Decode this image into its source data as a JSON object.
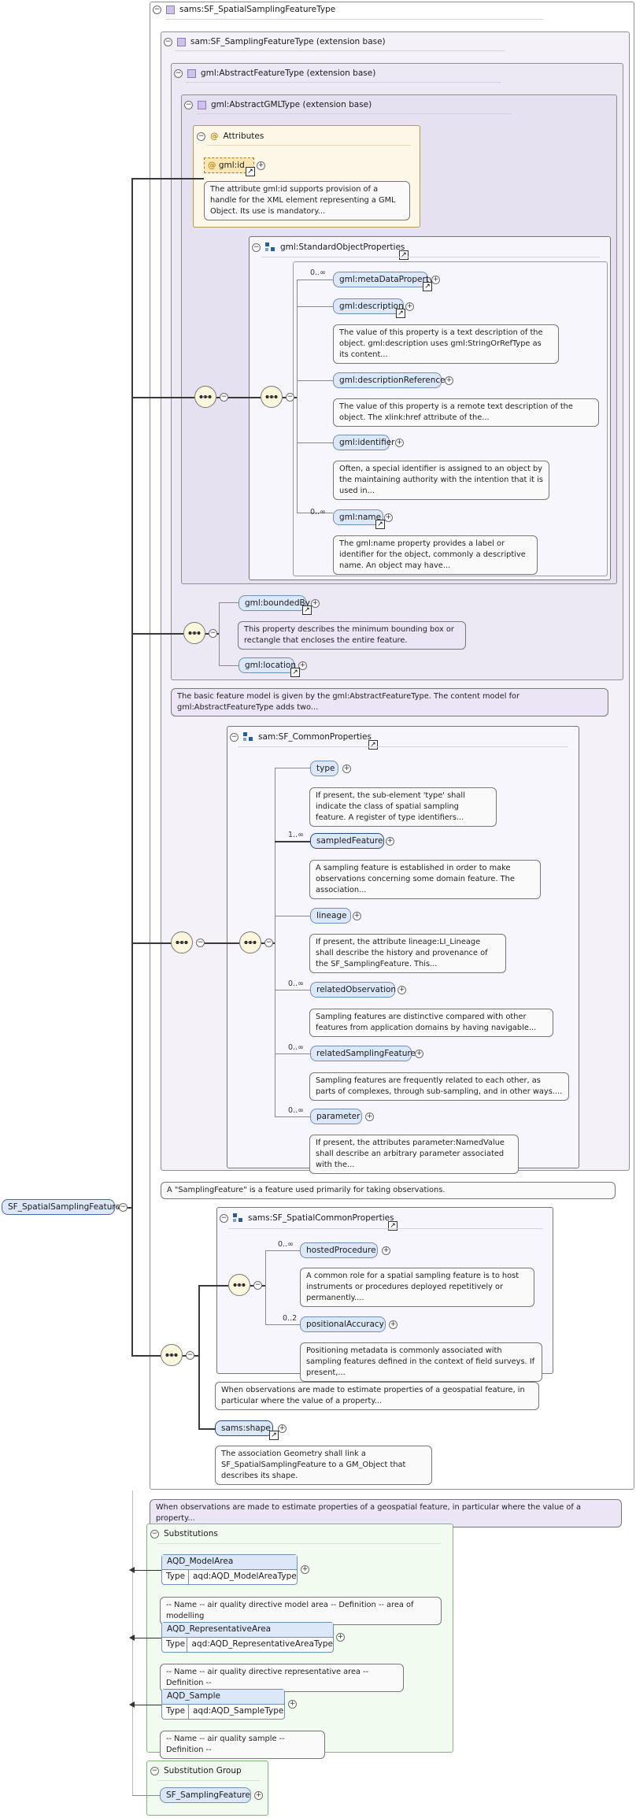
{
  "root": {
    "title": "sams:SF_SpatialSamplingFeatureType",
    "root_element": "SF_SpatialSamplingFeature",
    "annotation": "When observations are made to estimate properties of a geospatial feature, in particular where the value of a property..."
  },
  "ext_sampling": {
    "title": "sam:SF_SamplingFeatureType (extension base)",
    "annotation": "A \"SamplingFeature\" is a feature used primarily for taking observations."
  },
  "ext_feature": {
    "title": "gml:AbstractFeatureType (extension base)",
    "annotation": "The basic feature model is given by the gml:AbstractFeatureType. The content model for gml:AbstractFeatureType adds two..."
  },
  "ext_gml": {
    "title": "gml:AbstractGMLType (extension base)"
  },
  "attributes": {
    "title": "Attributes",
    "attr_name": "gml:id",
    "attr_doc": "The attribute gml:id supports provision of a handle for the XML element representing a GML Object. Its use is mandatory..."
  },
  "std_props": {
    "title": "gml:StandardObjectProperties",
    "items": [
      {
        "name": "gml:metaDataProperty",
        "occurs": "0..∞",
        "doc": ""
      },
      {
        "name": "gml:description",
        "occurs": "",
        "doc": "The value of this property is a text description of the object. gml:description uses gml:StringOrRefType as its content..."
      },
      {
        "name": "gml:descriptionReference",
        "occurs": "",
        "doc": "The value of this property is a remote text description of the object. The xlink:href attribute of the..."
      },
      {
        "name": "gml:identifier",
        "occurs": "",
        "doc": "Often, a special identifier is assigned to an object by the maintaining authority with the intention that it is used in..."
      },
      {
        "name": "gml:name",
        "occurs": "0..∞",
        "doc": "The gml:name property provides a label or identifier for the object, commonly a descriptive name. An object may have..."
      }
    ]
  },
  "feature_props": {
    "bounded_by": "gml:boundedBy",
    "bounded_by_doc": "This property describes the minimum bounding box or rectangle that encloses the entire feature.",
    "location": "gml:location"
  },
  "common_props": {
    "title": "sam:SF_CommonProperties",
    "items": [
      {
        "name": "type",
        "occurs": "",
        "doc": "If present, the sub-element 'type' shall indicate the class of spatial sampling feature. A register of type identifiers..."
      },
      {
        "name": "sampledFeature",
        "occurs": "1..∞",
        "doc": "A sampling feature is established in order to make observations concerning some domain feature. The association..."
      },
      {
        "name": "lineage",
        "occurs": "",
        "doc": "If present, the attribute lineage:LI_Lineage shall describe the history and provenance of the SF_SamplingFeature. This..."
      },
      {
        "name": "relatedObservation",
        "occurs": "0..∞",
        "doc": "Sampling features are distinctive compared with other features from application domains by having navigable..."
      },
      {
        "name": "relatedSamplingFeature",
        "occurs": "0..∞",
        "doc": "Sampling features are frequently related to each other, as parts of complexes, through sub-sampling, and in other ways...."
      },
      {
        "name": "parameter",
        "occurs": "0..∞",
        "doc": "If present, the attributes parameter:NamedValue shall describe an arbitrary parameter associated with the..."
      }
    ]
  },
  "spatial_props": {
    "title": "sams:SF_SpatialCommonProperties",
    "items": [
      {
        "name": "hostedProcedure",
        "occurs": "0..∞",
        "doc": "A common role for a spatial sampling feature is to host instruments or procedures deployed repetitively or permanently...."
      },
      {
        "name": "positionalAccuracy",
        "occurs": "0..2",
        "doc": "Positioning metadata is commonly associated with sampling features defined in the context of field surveys. If present,..."
      }
    ],
    "group_doc": "When observations are made to estimate properties of a geospatial feature, in particular where the value of a property...",
    "shape": "sams:shape",
    "shape_doc": "The association Geometry shall link a SF_SpatialSamplingFeature to a GM_Object that describes its shape."
  },
  "substitutions": {
    "title": "Substitutions",
    "type_label": "Type",
    "items": [
      {
        "name": "AQD_ModelArea",
        "type": "aqd:AQD_ModelAreaType",
        "doc": "-- Name -- air quality directive model area -- Definition -- area of modelling"
      },
      {
        "name": "AQD_RepresentativeArea",
        "type": "aqd:AQD_RepresentativeAreaType",
        "doc": "-- Name -- air quality directive representative area -- Definition --"
      },
      {
        "name": "AQD_Sample",
        "type": "aqd:AQD_SampleType",
        "doc": "-- Name -- air quality sample -- Definition --"
      }
    ]
  },
  "subst_group": {
    "title": "Substitution Group",
    "name": "SF_SamplingFeature"
  }
}
